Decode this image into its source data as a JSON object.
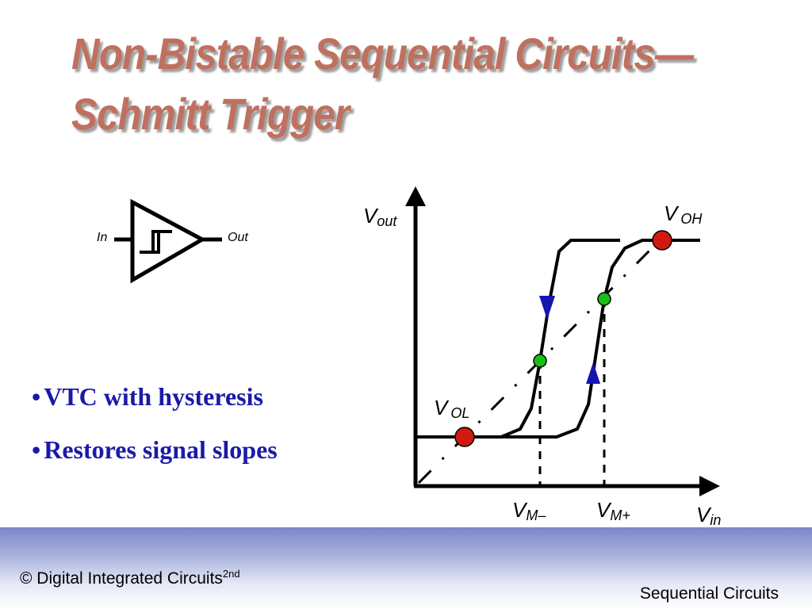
{
  "slide": {
    "title_line1": "Non-Bistable Sequential Circuits—",
    "title_line2": "Schmitt Trigger",
    "title_color": "#c0705e"
  },
  "symbol": {
    "input_label": "In",
    "output_label": "Out",
    "icon": "schmitt-trigger-buffer-icon"
  },
  "bullets": {
    "items": [
      "VTC with hysteresis",
      "Restores signal slopes"
    ],
    "color": "#1a1aa8"
  },
  "vtc": {
    "y_axis_main": "V",
    "y_axis_sub": "out",
    "x_axis_main": "V",
    "x_axis_sub": "in",
    "voh_main": "V",
    "voh_sub": "OH",
    "vol_main": "V",
    "vol_sub": "OL",
    "vm_minus_main": "V",
    "vm_minus_sub": "M–",
    "vm_plus_main": "V",
    "vm_plus_sub": "M+",
    "colors": {
      "curve": "#000000",
      "arrow": "#1515b0",
      "rail_point": "#d01a10",
      "switch_point": "#16c016"
    }
  },
  "footer": {
    "left_text": "© Digital Integrated Circuits",
    "left_sup": "2nd",
    "right_text": "Sequential Circuits"
  }
}
